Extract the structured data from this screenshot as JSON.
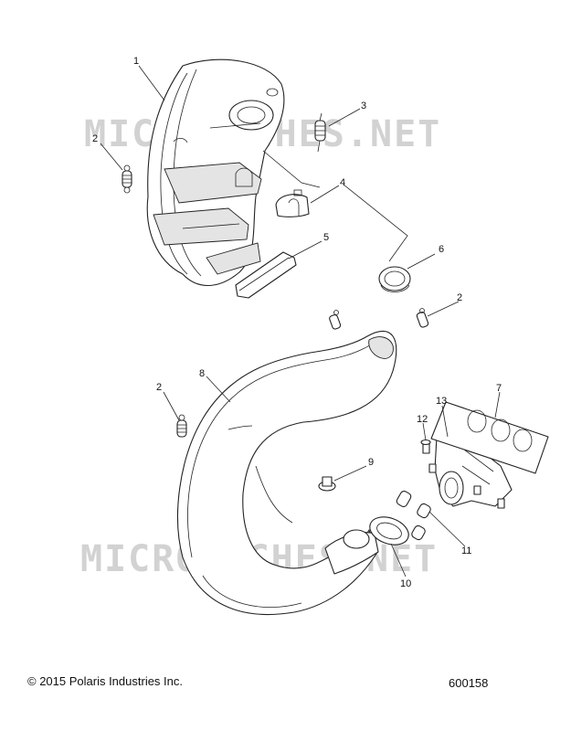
{
  "watermark_text": "MICROFICHES.NET",
  "callouts": {
    "c1": "1",
    "c2a": "2",
    "c3": "3",
    "c2b": "2",
    "c4": "4",
    "c5": "5",
    "c6": "6",
    "c2c": "2",
    "c8": "8",
    "c2d": "2",
    "c7": "7",
    "c13": "13",
    "c12": "12",
    "c9": "9",
    "c11": "11",
    "c10": "10"
  },
  "footer": {
    "copyright": "© 2015 Polaris Industries Inc.",
    "part_number": "600158"
  }
}
